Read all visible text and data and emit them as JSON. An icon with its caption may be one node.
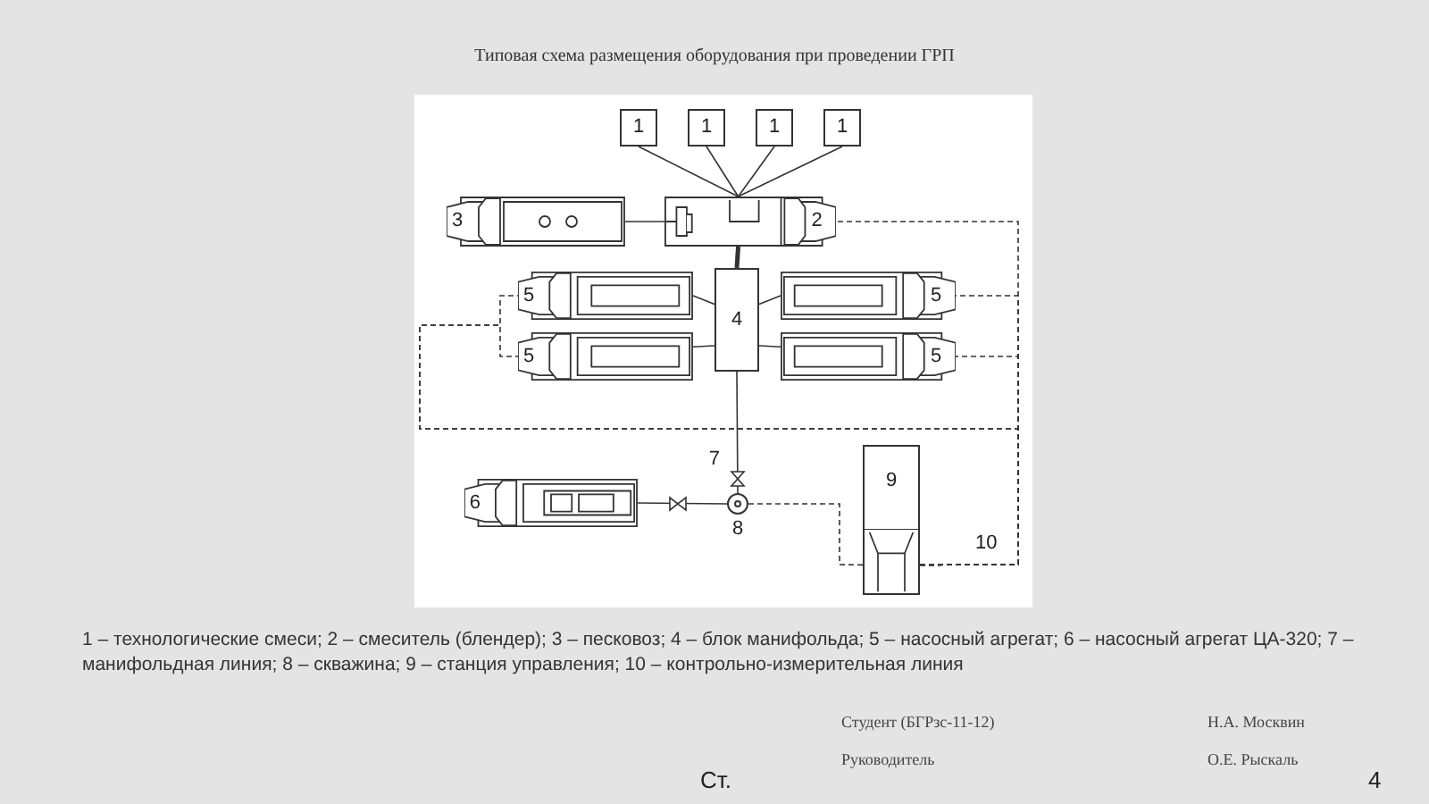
{
  "diagram": {
    "title": "Типовая схема размещения оборудования при проведении ГРП",
    "nodes": [
      {
        "text": [
          "1"
        ]
      },
      {
        "text": [
          "1"
        ]
      },
      {
        "text": [
          "1"
        ]
      },
      {
        "text": [
          "1"
        ]
      },
      {
        "text": [
          "2"
        ]
      },
      {
        "text": [
          "3"
        ]
      },
      {
        "text": [
          "4"
        ]
      },
      {
        "text": [
          "5"
        ]
      },
      {
        "text": [
          "5"
        ]
      },
      {
        "text": [
          "5"
        ]
      },
      {
        "text": [
          "5"
        ]
      },
      {
        "text": [
          "6"
        ]
      },
      {
        "text": [],
        "shape": "circle",
        "beside": [
          "8"
        ]
      },
      {
        "text": [
          "9"
        ]
      }
    ],
    "edges": [
      {
        "from": 0,
        "to": 4,
        "arrow": "none"
      },
      {
        "from": 1,
        "to": 4,
        "arrow": "none"
      },
      {
        "from": 2,
        "to": 4,
        "arrow": "none"
      },
      {
        "from": 3,
        "to": 4,
        "arrow": "none"
      },
      {
        "from": 5,
        "to": 4,
        "arrow": "none"
      },
      {
        "from": 4,
        "to": 6,
        "arrow": "none",
        "style": "thick"
      },
      {
        "from": 6,
        "to": 7,
        "arrow": "none"
      },
      {
        "from": 6,
        "to": 9,
        "arrow": "none"
      },
      {
        "from": 6,
        "to": 8,
        "arrow": "none"
      },
      {
        "from": 6,
        "to": 10,
        "arrow": "none"
      },
      {
        "from": 6,
        "to": 12,
        "arrow": "none",
        "label": "7"
      },
      {
        "from": 11,
        "to": 12,
        "arrow": "none"
      },
      {
        "from": 13,
        "to": 12,
        "arrow": "none",
        "style": "dashed"
      },
      {
        "from": 13,
        "to": 4,
        "arrow": "none",
        "style": "dashed"
      },
      {
        "from": 13,
        "to": 9,
        "arrow": "none",
        "style": "dashed"
      },
      {
        "from": 13,
        "to": 10,
        "arrow": "none",
        "style": "dashed"
      },
      {
        "from": 13,
        "to": 7,
        "arrow": "none",
        "style": "dashed"
      },
      {
        "from": 13,
        "to": 8,
        "arrow": "none",
        "style": "dashed"
      }
    ],
    "labels": [
      "10",
      "1 – технологические смеси; 2 – смеситель (блендер); 3 – песковоз; 4 – блок манифольда; 5 – насосный агрегат; 6 – насосный агрегат ЦА-320; 7 – манифольдная линия; 8 – скважина; 9 – станция управления; 10 – контрольно-измерительная линия",
      "Студент (БГРзс-11-12)",
      "Н.А. Москвин",
      "Руководитель",
      "О.Е. Рыскаль",
      "Ст.",
      "4"
    ]
  }
}
